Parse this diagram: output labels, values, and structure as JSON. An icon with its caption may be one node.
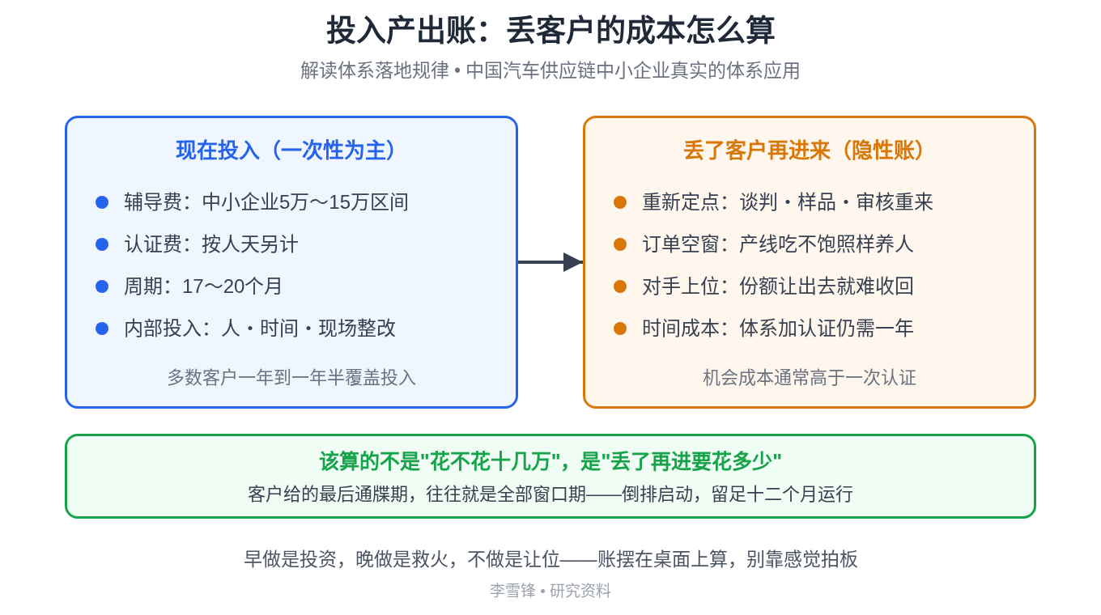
{
  "diagram": {
    "title": "投入产出账：丢客户的成本怎么算",
    "nodes": [
      {
        "text": [
          "现在投入（一次性为主）",
          "辅导费：中小企业5万～15万区间",
          "认证费：按人天另计",
          "周期：17～20个月",
          "内部投入：人・时间・现场整改",
          "多数客户一年到一年半覆盖投入"
        ]
      },
      {
        "text": [
          "丢了客户再进来（隐性账）",
          "重新定点：谈判・样品・审核重来",
          "订单空窗：产线吃不饱照样养人",
          "对手上位：份额让出去就难收回",
          "时间成本：体系加认证仍需一年",
          "机会成本通常高于一次认证"
        ]
      },
      {
        "text": [
          "该算的不是\"花不花十几万\"，是\"丢了再进要花多少\"",
          "客户给的最后通牒期，往往就是全部窗口期——倒排启动，留足十二个月运行"
        ]
      }
    ],
    "edges": [
      {
        "from": 0,
        "to": 1,
        "arrow": "to"
      }
    ],
    "labels": [
      "解读体系落地规律 • 中国汽车供应链中小企业真实的体系应用",
      "早做是投资，晚做是救火，不做是让位——账摆在桌面上算，别靠感觉拍板",
      "李雪锋 • 研究资料"
    ]
  }
}
